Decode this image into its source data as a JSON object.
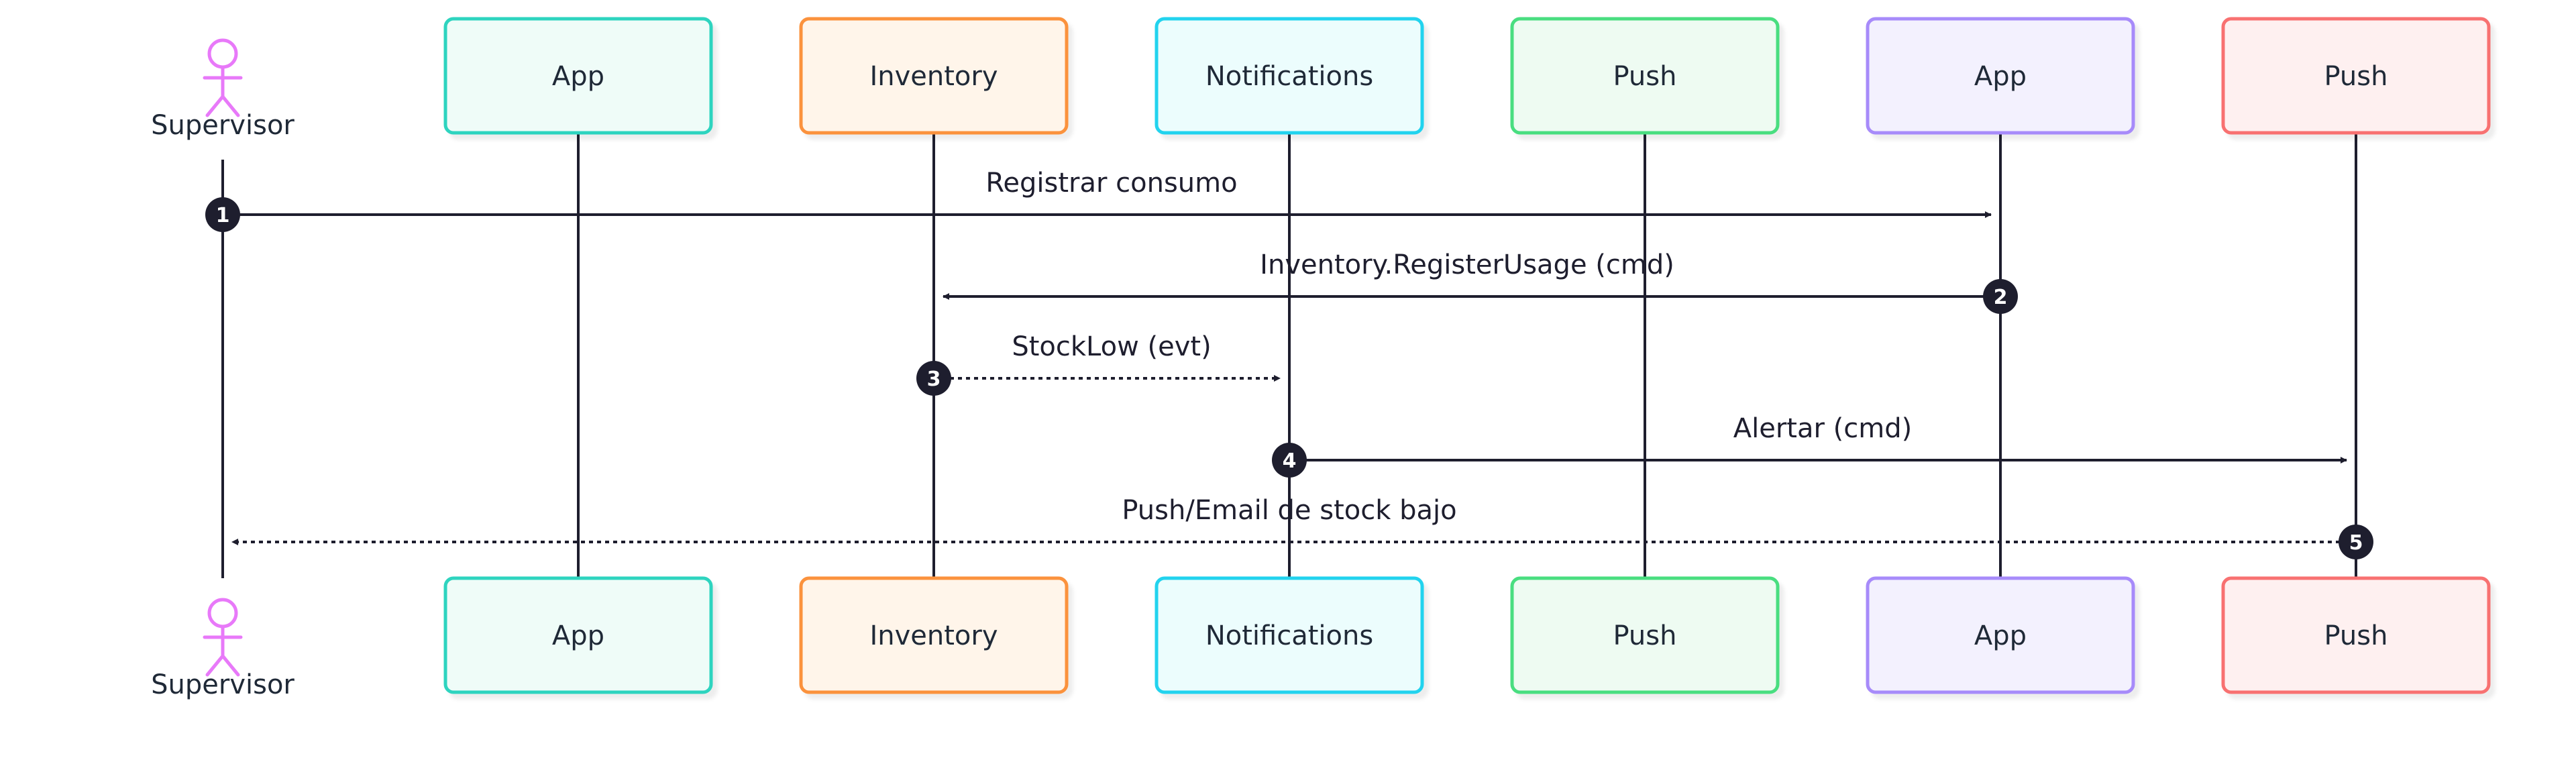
{
  "actors": [
    {
      "id": "supervisor",
      "label": "Supervisor",
      "kind": "person",
      "color": "#e879f9"
    },
    {
      "id": "app1",
      "label": "App",
      "kind": "box",
      "stroke": "#2dd4bf",
      "fill": "#effcf8"
    },
    {
      "id": "inventory",
      "label": "Inventory",
      "kind": "box",
      "stroke": "#fb923c",
      "fill": "#fff5ea"
    },
    {
      "id": "notifications",
      "label": "Notifications",
      "kind": "box",
      "stroke": "#22d3ee",
      "fill": "#ecfdfd"
    },
    {
      "id": "push1",
      "label": "Push",
      "kind": "box",
      "stroke": "#4ade80",
      "fill": "#eefbf2"
    },
    {
      "id": "app2",
      "label": "App",
      "kind": "box",
      "stroke": "#a78bfa",
      "fill": "#f3f1fe"
    },
    {
      "id": "push2",
      "label": "Push",
      "kind": "box",
      "stroke": "#f87171",
      "fill": "#fef0f0"
    }
  ],
  "messages": [
    {
      "number": "1",
      "from": "supervisor",
      "to": "app2",
      "label": "Registrar consumo",
      "style": "solid"
    },
    {
      "number": "2",
      "from": "app2",
      "to": "inventory",
      "label": "Inventory.RegisterUsage (cmd)",
      "style": "solid"
    },
    {
      "number": "3",
      "from": "inventory",
      "to": "notifications",
      "label": "StockLow (evt)",
      "style": "dotted"
    },
    {
      "number": "4",
      "from": "notifications",
      "to": "push2",
      "label": "Alertar (cmd)",
      "style": "solid"
    },
    {
      "number": "5",
      "from": "push2",
      "to": "supervisor",
      "label": "Push/Email de stock bajo",
      "style": "dotted"
    }
  ],
  "colors": {
    "line": "#1e1e2e",
    "badge": "#1e1e2e"
  }
}
